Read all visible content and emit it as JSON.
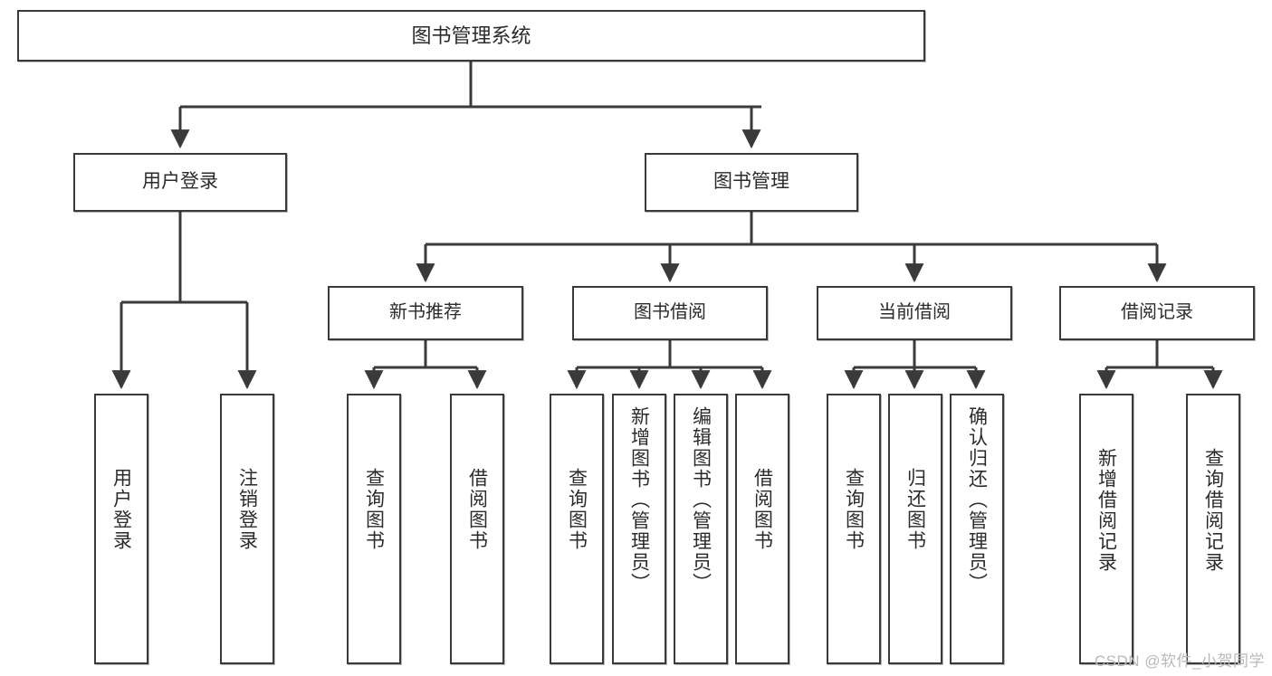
{
  "diagram": {
    "title": "图书管理系统",
    "type": "tree-hierarchy-chart",
    "watermark": "CSDN @软件_小贺同学",
    "stroke_color": "#3a3a3a",
    "fill_color": "#ffffff",
    "text_color": "#2b2b2b",
    "watermark_color": "#b9b9b9"
  },
  "nodes": {
    "root": {
      "label": "图书管理系统"
    },
    "level2": [
      {
        "id": "user-login",
        "label": "用户登录"
      },
      {
        "id": "book-manage",
        "label": "图书管理"
      }
    ],
    "level3": [
      {
        "id": "new-book-recommend",
        "label": "新书推荐"
      },
      {
        "id": "book-borrow",
        "label": "图书借阅"
      },
      {
        "id": "current-borrow",
        "label": "当前借阅"
      },
      {
        "id": "borrow-record",
        "label": "借阅记录"
      }
    ],
    "leaves": {
      "user-login": [
        {
          "id": "leaf-user-login",
          "label": "用户登录"
        },
        {
          "id": "leaf-logout",
          "label": "注销登录"
        }
      ],
      "new-book-recommend": [
        {
          "id": "leaf-query-book-1",
          "label": "查询图书"
        },
        {
          "id": "leaf-borrow-book-1",
          "label": "借阅图书"
        }
      ],
      "book-borrow": [
        {
          "id": "leaf-query-book-2",
          "label": "查询图书"
        },
        {
          "id": "leaf-add-book",
          "label": "新增图书（管理员）"
        },
        {
          "id": "leaf-edit-book",
          "label": "编辑图书（管理员）"
        },
        {
          "id": "leaf-borrow-book-2",
          "label": "借阅图书"
        }
      ],
      "current-borrow": [
        {
          "id": "leaf-query-book-3",
          "label": "查询图书"
        },
        {
          "id": "leaf-return-book",
          "label": "归还图书"
        },
        {
          "id": "leaf-confirm-return",
          "label": "确认归还（管理员）"
        }
      ],
      "borrow-record": [
        {
          "id": "leaf-add-record",
          "label": "新增借阅记录"
        },
        {
          "id": "leaf-query-record",
          "label": "查询借阅记录"
        }
      ]
    }
  },
  "edges": [
    {
      "from": "图书管理系统",
      "to": "用户登录"
    },
    {
      "from": "图书管理系统",
      "to": "图书管理"
    },
    {
      "from": "用户登录",
      "to": "用户登录"
    },
    {
      "from": "用户登录",
      "to": "注销登录"
    },
    {
      "from": "图书管理",
      "to": "新书推荐"
    },
    {
      "from": "图书管理",
      "to": "图书借阅"
    },
    {
      "from": "图书管理",
      "to": "当前借阅"
    },
    {
      "from": "图书管理",
      "to": "借阅记录"
    },
    {
      "from": "新书推荐",
      "to": "查询图书"
    },
    {
      "from": "新书推荐",
      "to": "借阅图书"
    },
    {
      "from": "图书借阅",
      "to": "查询图书"
    },
    {
      "from": "图书借阅",
      "to": "新增图书（管理员）"
    },
    {
      "from": "图书借阅",
      "to": "编辑图书（管理员）"
    },
    {
      "from": "图书借阅",
      "to": "借阅图书"
    },
    {
      "from": "当前借阅",
      "to": "查询图书"
    },
    {
      "from": "当前借阅",
      "to": "归还图书"
    },
    {
      "from": "当前借阅",
      "to": "确认归还（管理员）"
    },
    {
      "from": "借阅记录",
      "to": "新增借阅记录"
    },
    {
      "from": "借阅记录",
      "to": "查询借阅记录"
    }
  ]
}
